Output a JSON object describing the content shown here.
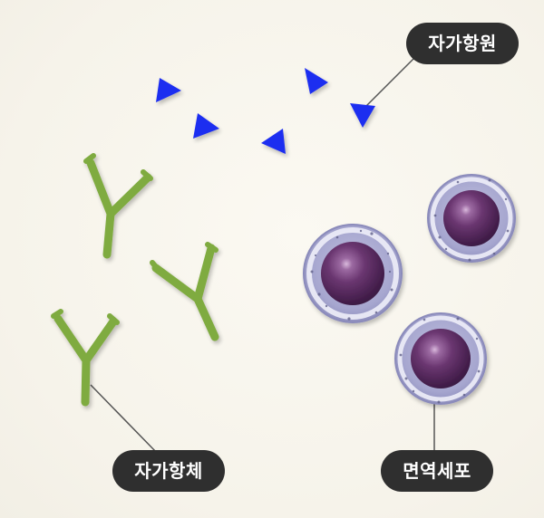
{
  "colors": {
    "label_background": "#2f2f2f",
    "label_text": "#ffffff",
    "antigen": "#1f2ff0",
    "antibody": "#7fab3f",
    "cell_membrane": "#a9a9cf",
    "cell_nucleus": "#5b2e63",
    "leader_line": "#555555"
  },
  "labels": {
    "antigen": "자가항원",
    "antibody": "자가항체",
    "immune_cell": "면역세포"
  },
  "icons": {
    "antigen": "blue-triangle-icon",
    "antibody": "y-shaped-antibody-icon",
    "immune_cell": "round-cell-icon"
  }
}
